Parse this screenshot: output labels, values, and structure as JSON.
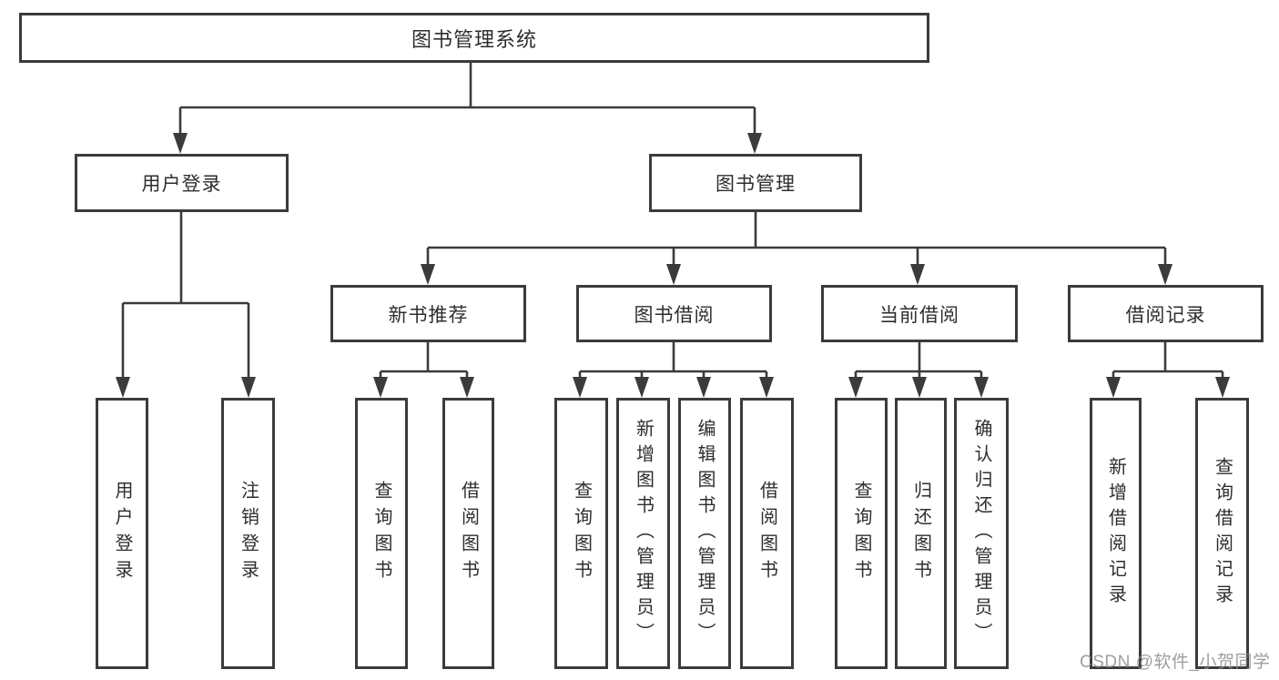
{
  "diagram": {
    "kind": "functional-structure-tree",
    "background": "#ffffff",
    "line_color": "#3b3b3b",
    "box_border_color": "#3b3b3b",
    "text_color": "#2e2e2e",
    "watermark_color": "#8c8d94"
  },
  "tree": {
    "root": {
      "label": "图书管理系统"
    },
    "branches": [
      {
        "label": "用户登录",
        "children": [
          {
            "label": "用户登录"
          },
          {
            "label": "注销登录"
          }
        ]
      },
      {
        "label": "图书管理",
        "children": [
          {
            "label": "新书推荐",
            "children": [
              {
                "label": "查询图书"
              },
              {
                "label": "借阅图书"
              }
            ]
          },
          {
            "label": "图书借阅",
            "children": [
              {
                "label": "查询图书"
              },
              {
                "label": "新增图书（管理员）"
              },
              {
                "label": "编辑图书（管理员）"
              },
              {
                "label": "借阅图书"
              }
            ]
          },
          {
            "label": "当前借阅",
            "children": [
              {
                "label": "查询图书"
              },
              {
                "label": "归还图书"
              },
              {
                "label": "确认归还（管理员）"
              }
            ]
          },
          {
            "label": "借阅记录",
            "children": [
              {
                "label": "新增借阅记录"
              },
              {
                "label": "查询借阅记录"
              }
            ]
          }
        ]
      }
    ]
  },
  "watermark": {
    "text": "CSDN @软件_小贺同学"
  }
}
